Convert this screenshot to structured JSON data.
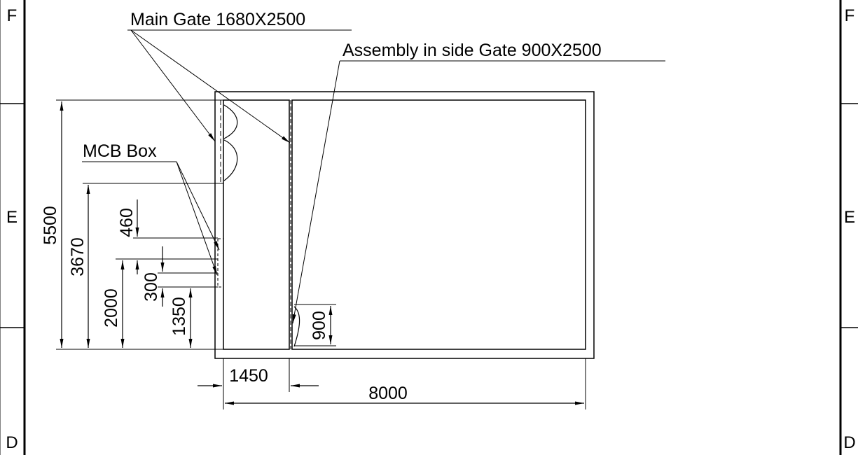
{
  "zone_labels": {
    "left_top": "F",
    "left_mid": "E",
    "left_bottom": "D",
    "right_top": "F",
    "right_mid": "E",
    "right_bottom": "D"
  },
  "notes": {
    "main_gate": "Main Gate 1680X2500",
    "inside_gate": "Assembly in side Gate 900X2500",
    "mcb_box": "MCB Box"
  },
  "dimensions": {
    "d5500": "5500",
    "d3670": "3670",
    "d2000": "2000",
    "d460": "460",
    "d300": "300",
    "d1350": "1350",
    "d900": "900",
    "d1450": "1450",
    "d8000": "8000"
  }
}
